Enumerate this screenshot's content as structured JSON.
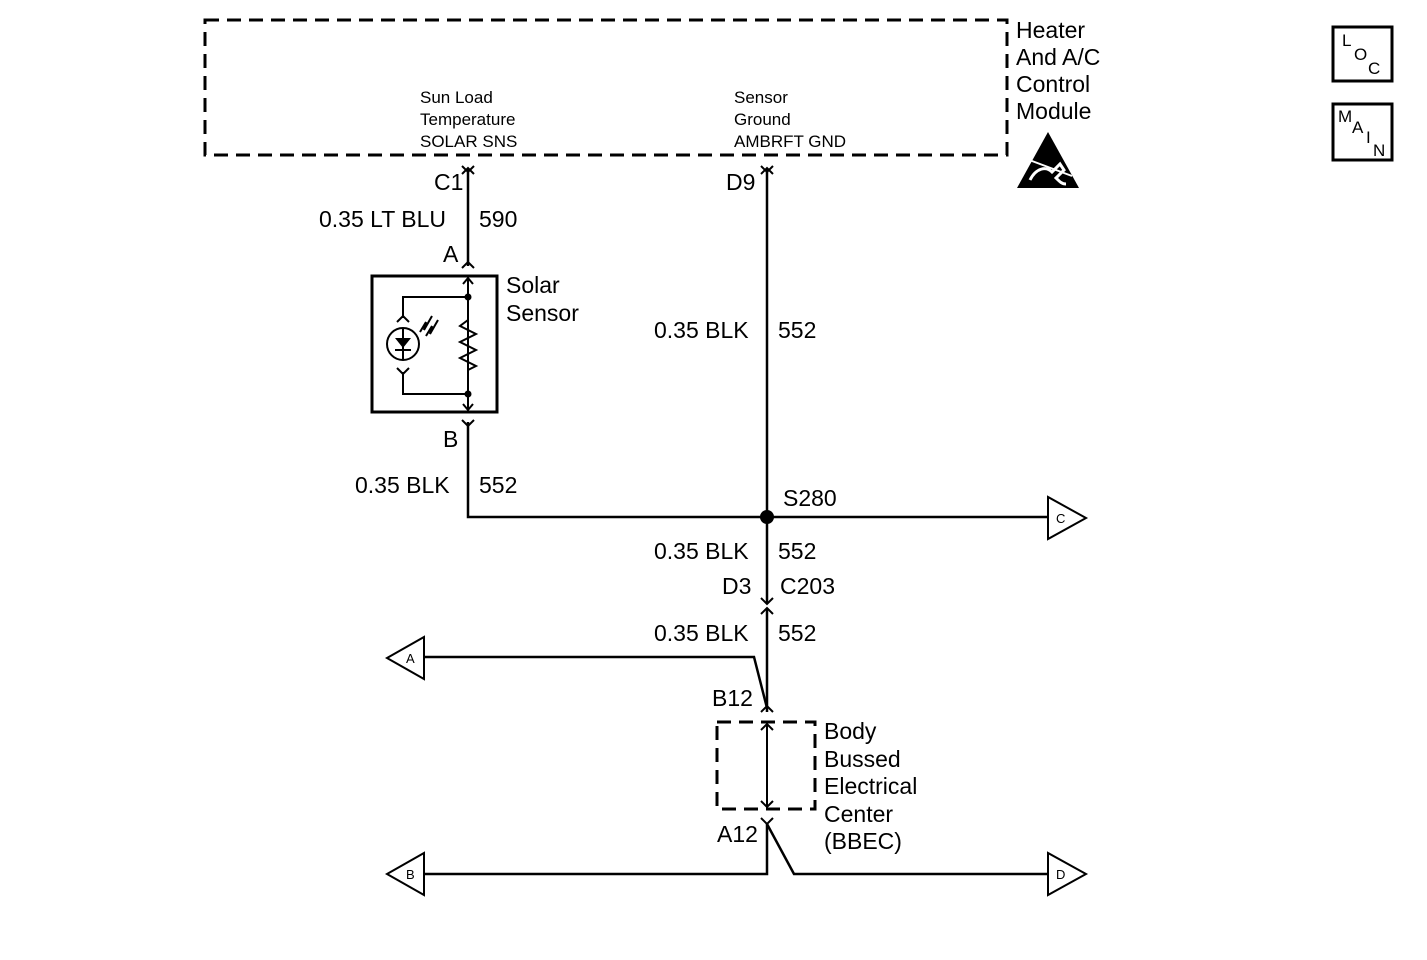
{
  "module": {
    "name_lines": [
      "Heater",
      "And A/C",
      "Control",
      "Module"
    ],
    "pin_sun_load": {
      "lines": [
        "Sun Load",
        "Temperature",
        "SOLAR SNS"
      ]
    },
    "pin_sensor_ground": {
      "lines": [
        "Sensor",
        "Ground",
        "AMBRFT GND"
      ]
    },
    "esd_icon": "esd-warning-icon"
  },
  "nav": {
    "loc": {
      "chars": [
        "L",
        "O",
        "C"
      ]
    },
    "main": {
      "chars": [
        "M",
        "A",
        "I",
        "N"
      ]
    }
  },
  "connectors": {
    "c1": "C1",
    "d9": "D9",
    "a": "A",
    "b": "B",
    "d3": "D3",
    "c203": "C203",
    "b12": "B12",
    "a12": "A12"
  },
  "wires": {
    "lt_blu": {
      "gauge": "0.35 LT BLU",
      "circuit": "590"
    },
    "blk_ground": {
      "gauge": "0.35 BLK",
      "circuit": "552"
    },
    "blk_sensor": {
      "gauge": "0.35 BLK",
      "circuit": "552"
    },
    "blk_s280": {
      "gauge": "0.35 BLK",
      "circuit": "552"
    },
    "blk_c203": {
      "gauge": "0.35 BLK",
      "circuit": "552"
    }
  },
  "splice": "S280",
  "solar_sensor": {
    "lines": [
      "Solar",
      "Sensor"
    ]
  },
  "bbec": {
    "lines": [
      "Body",
      "Bussed",
      "Electrical",
      "Center",
      "(BBEC)"
    ]
  },
  "offpage": {
    "a": "A",
    "b": "B",
    "c": "C",
    "d": "D"
  }
}
